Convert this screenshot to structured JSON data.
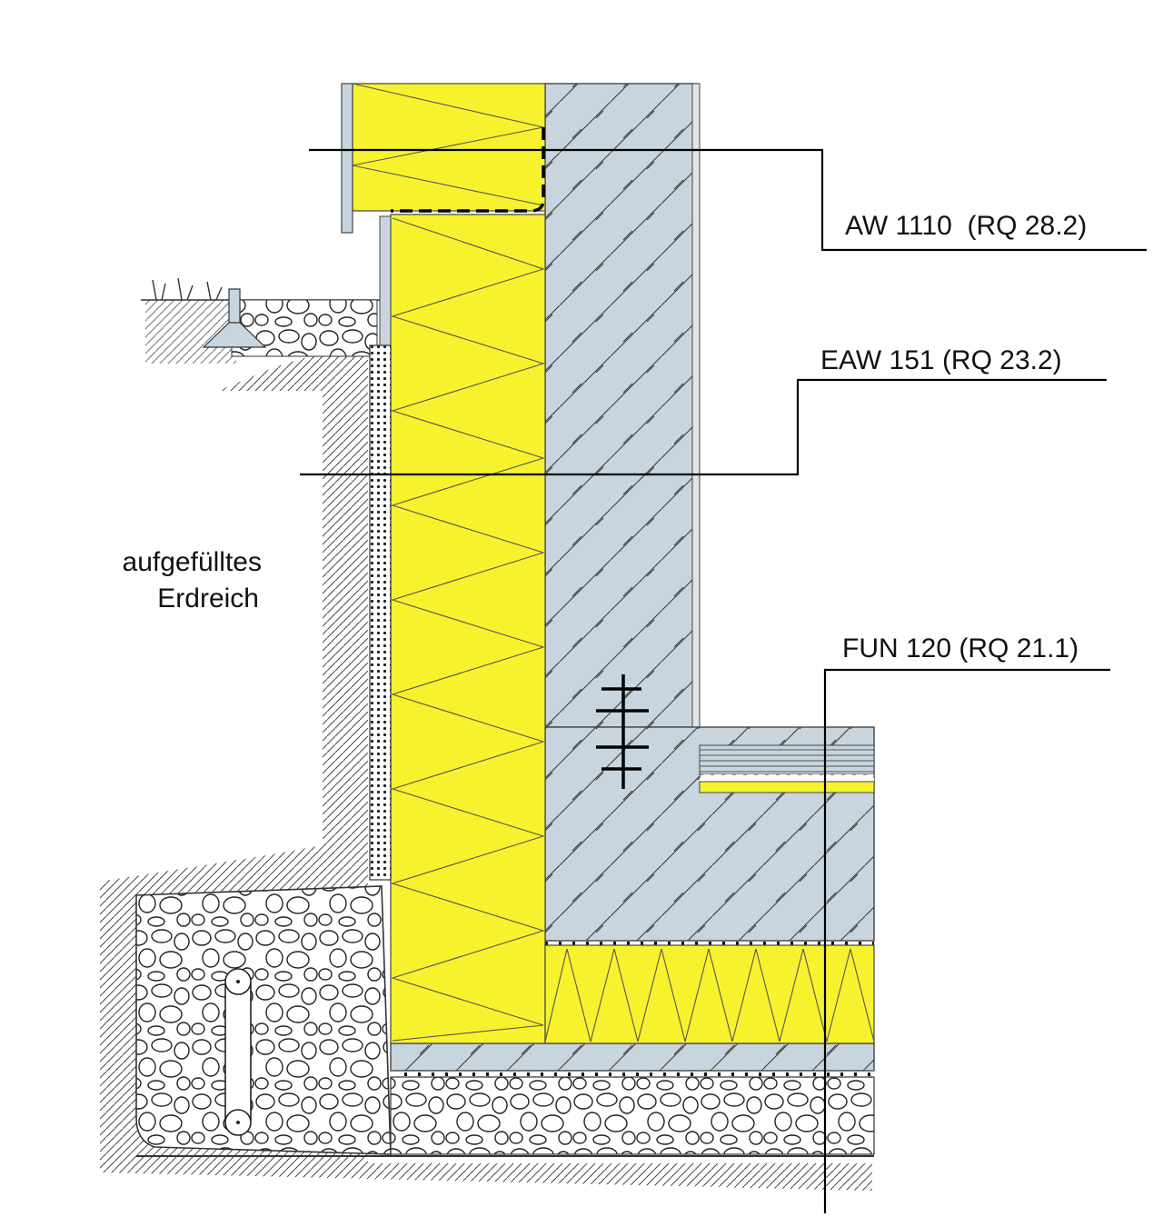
{
  "labels": {
    "aw": "AW 1110  (RQ 28.2)",
    "eaw": "EAW 151 (RQ 23.2)",
    "fun": "FUN 120 (RQ 21.1)",
    "fill_line1": "aufgefülltes",
    "fill_line2": "Erdreich"
  },
  "colors": {
    "insulation": "#f6f22e",
    "concrete": "#c8d5de",
    "line": "#000000",
    "soil_hatch": "#333333"
  }
}
